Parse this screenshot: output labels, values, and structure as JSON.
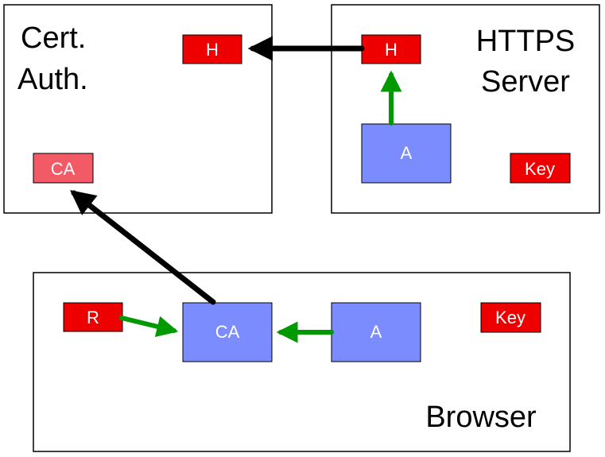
{
  "panels": {
    "ca": {
      "title_line1": "Cert.",
      "title_line2": "Auth."
    },
    "server": {
      "title_line1": "HTTPS",
      "title_line2": "Server"
    },
    "browser": {
      "title": "Browser"
    }
  },
  "boxes": {
    "ca_h": "H",
    "ca_ca": "CA",
    "server_h": "H",
    "server_a": "A",
    "server_key": "Key",
    "browser_r": "R",
    "browser_ca": "CA",
    "browser_a": "A",
    "browser_key": "Key"
  },
  "colors": {
    "red": "#ee0000",
    "pink": "#f25a66",
    "blue": "#7b8cff",
    "green_arrow": "#009900",
    "black_arrow": "#000000"
  }
}
